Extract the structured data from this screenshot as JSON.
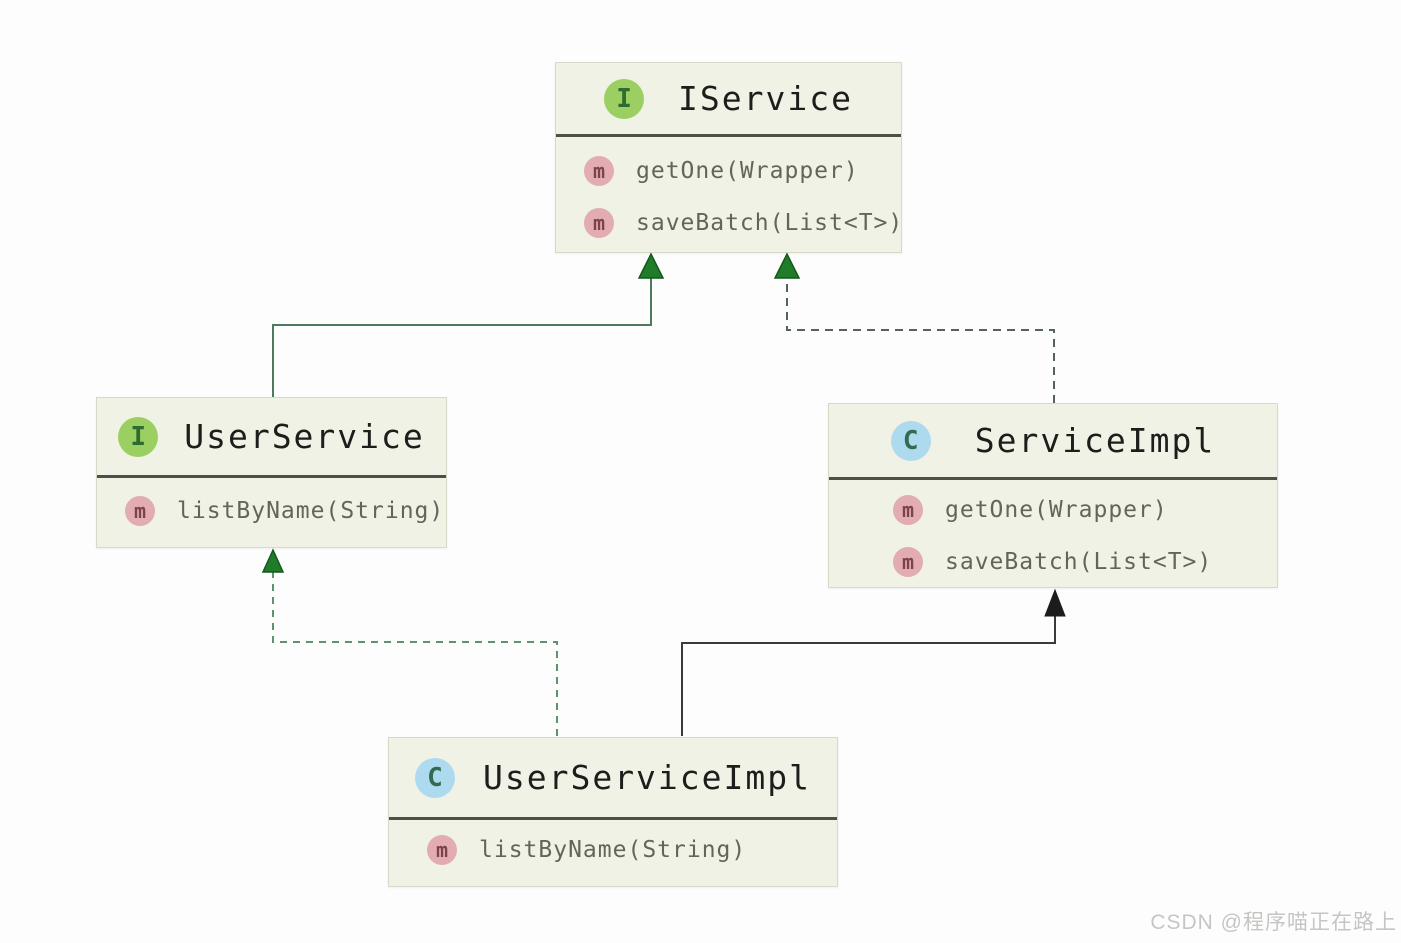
{
  "diagram": {
    "classes": [
      {
        "id": "IService",
        "kind": "interface",
        "badge": "I",
        "name": "IService",
        "methods": [
          {
            "badge": "m",
            "label": "getOne(Wrapper)"
          },
          {
            "badge": "m",
            "label": "saveBatch(List<T>)"
          }
        ]
      },
      {
        "id": "UserService",
        "kind": "interface",
        "badge": "I",
        "name": "UserService",
        "methods": [
          {
            "badge": "m",
            "label": "listByName(String)"
          }
        ]
      },
      {
        "id": "ServiceImpl",
        "kind": "class",
        "badge": "C",
        "name": "ServiceImpl",
        "methods": [
          {
            "badge": "m",
            "label": "getOne(Wrapper)"
          },
          {
            "badge": "m",
            "label": "saveBatch(List<T>)"
          }
        ]
      },
      {
        "id": "UserServiceImpl",
        "kind": "class",
        "badge": "C",
        "name": "UserServiceImpl",
        "methods": [
          {
            "badge": "m",
            "label": "listByName(String)"
          }
        ]
      }
    ],
    "relationships": [
      {
        "from": "UserService",
        "to": "IService",
        "type": "extends",
        "line": "solid",
        "arrow": "filled-triangle",
        "color": "green"
      },
      {
        "from": "ServiceImpl",
        "to": "IService",
        "type": "implements",
        "line": "dashed",
        "arrow": "filled-triangle",
        "color": "green"
      },
      {
        "from": "UserServiceImpl",
        "to": "UserService",
        "type": "implements",
        "line": "dashed",
        "arrow": "filled-triangle",
        "color": "green"
      },
      {
        "from": "UserServiceImpl",
        "to": "ServiceImpl",
        "type": "extends",
        "line": "solid",
        "arrow": "filled-triangle",
        "color": "black"
      }
    ],
    "colors": {
      "box_bg": "#eff2e5",
      "box_border": "#d6dac6",
      "divider": "#4c5147",
      "title_fg": "#1d1d1b",
      "method_fg": "#62665a",
      "interface_badge_bg": "#9bcf62",
      "interface_badge_fg": "#2e6b2e",
      "class_badge_bg": "#aedaf0",
      "class_badge_fg": "#356a52",
      "method_badge_bg": "#e2acb2",
      "method_badge_fg": "#7e424b",
      "green_solid_line": "#4e7b5d",
      "green_dashed_line_dark": "#54645a",
      "green_dashed_line_light": "#5e936b",
      "green_arrow_fill": "#1f7c28",
      "black_line": "#3a3a3a",
      "black_arrow_fill": "#1c1c1c"
    }
  },
  "watermark": {
    "text": "CSDN @程序喵正在路上"
  }
}
